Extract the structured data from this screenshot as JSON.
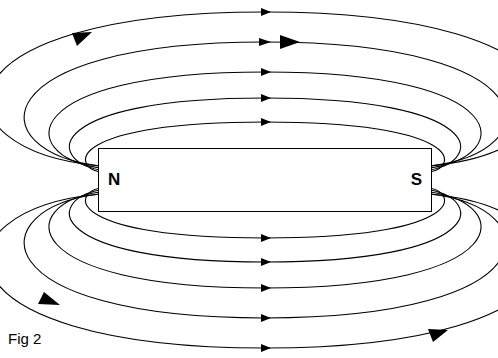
{
  "diagram": {
    "caption": "Fig 2",
    "nodes": [
      {
        "text": [
          "N",
          "S"
        ]
      }
    ]
  }
}
